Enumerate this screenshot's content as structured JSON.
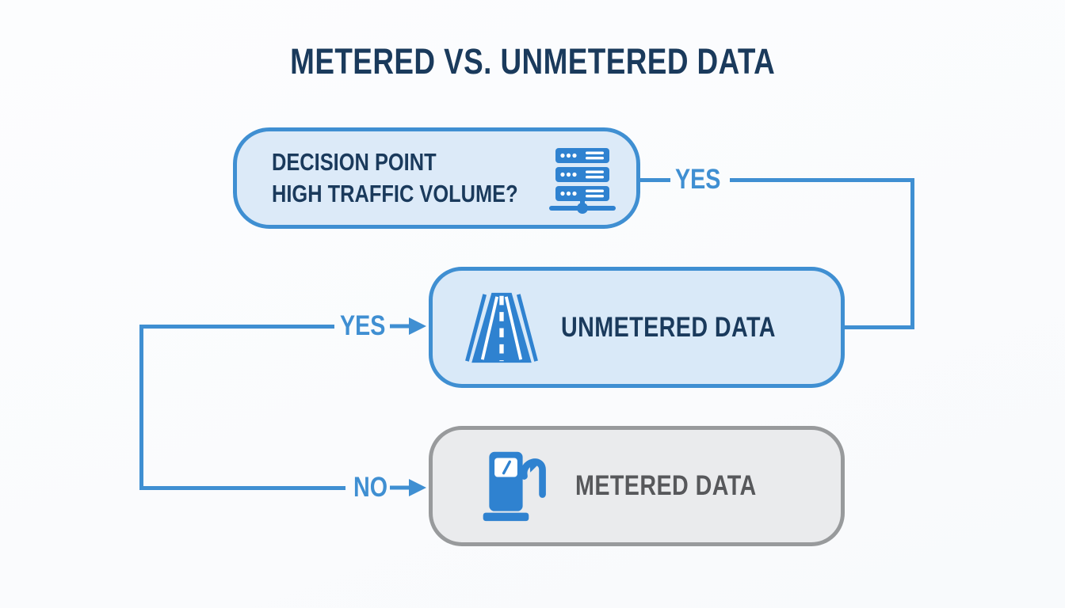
{
  "title": "METERED VS. UNMETERED DATA",
  "colors": {
    "blue": "#3f8fd2",
    "icon-blue": "#2f82d0",
    "blue-fill": "#dceaf8",
    "navy": "#1a3a5c",
    "gray-border": "#989a9c",
    "gray-fill": "#eaebed",
    "gray-text": "#57585b",
    "bg": "#fbfcfd"
  },
  "diagram": {
    "type": "flowchart",
    "decision_node": {
      "line1": "DECISION POINT",
      "line2": "HIGH TRAFFIC VOLUME?",
      "icon": "server-stack-icon"
    },
    "branches": {
      "right_yes_label": "YES",
      "left_yes_label": "YES",
      "left_no_label": "NO"
    },
    "outcome_nodes": {
      "unmetered": {
        "label": "UNMETERED DATA",
        "icon": "highway-icon"
      },
      "metered": {
        "label": "METERED DATA",
        "icon": "fuel-pump-icon"
      }
    },
    "edges": [
      {
        "from": "decision",
        "label": "YES",
        "to": "unmetered",
        "route": "right-side"
      },
      {
        "from": "left-rail",
        "label": "YES",
        "to": "unmetered",
        "route": "left-side"
      },
      {
        "from": "left-rail",
        "label": "NO",
        "to": "metered",
        "route": "left-side"
      }
    ]
  }
}
